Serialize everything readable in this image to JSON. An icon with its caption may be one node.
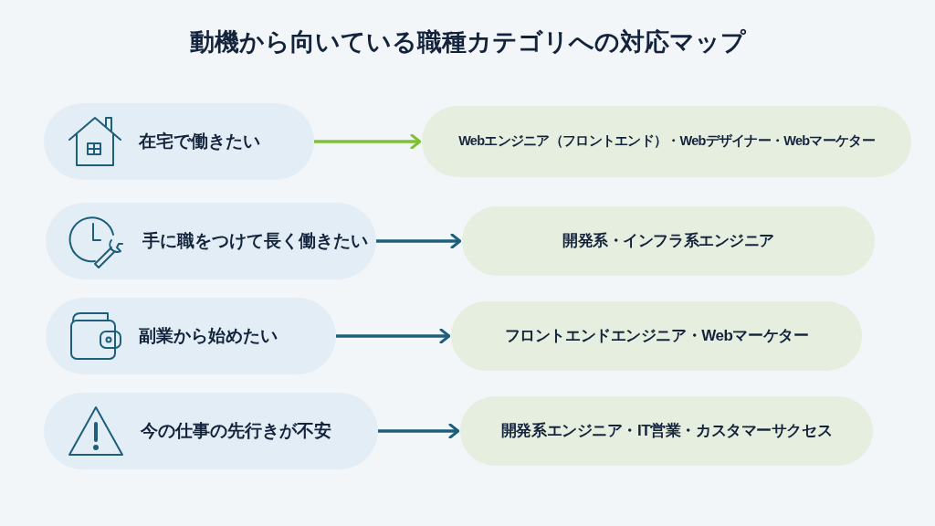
{
  "diagram": {
    "title": "動機から向いている職種カテゴリへの対応マップ",
    "nodes": [
      {
        "text": [
          "在宅で働きたい"
        ]
      },
      {
        "text": [
          "手に職をつけて長く働きたい"
        ]
      },
      {
        "text": [
          "副業から始めたい"
        ]
      },
      {
        "text": [
          "今の仕事の先行きが不安"
        ]
      },
      {
        "text": [
          "Webエンジニア（フロントエンド）・Webデザイナー・Webマーケター"
        ]
      },
      {
        "text": [
          "開発系・インフラ系エンジニア"
        ]
      },
      {
        "text": [
          "フロントエンドエンジニア・Webマーケター"
        ]
      },
      {
        "text": [
          "開発系エンジニア・IT営業・カスタマーサクセス"
        ]
      }
    ],
    "edges": [
      {
        "from": 0,
        "to": 4,
        "arrow": "to",
        "color": "#7cc234"
      },
      {
        "from": 1,
        "to": 5,
        "arrow": "to"
      },
      {
        "from": 2,
        "to": 6,
        "arrow": "to"
      },
      {
        "from": 3,
        "to": 7,
        "arrow": "to"
      }
    ]
  }
}
